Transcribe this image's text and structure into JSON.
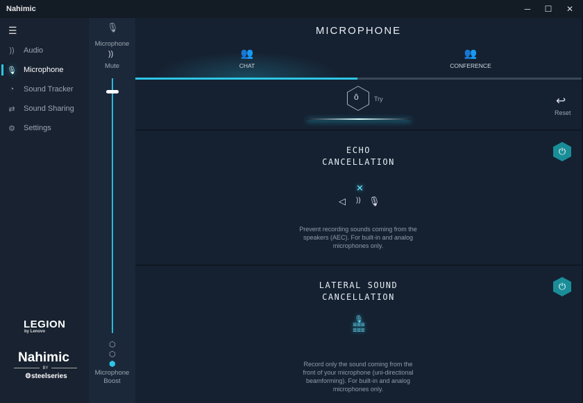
{
  "window": {
    "title": "Nahimic",
    "minimize": "─",
    "maximize": "☐",
    "close": "✕"
  },
  "sidebar": {
    "items": [
      {
        "label": "Audio",
        "icon": "audio-icon",
        "glyph": "))"
      },
      {
        "label": "Microphone",
        "icon": "microphone-icon",
        "glyph": "🎙"
      },
      {
        "label": "Sound Tracker",
        "icon": "sound-tracker-icon",
        "glyph": "◔"
      },
      {
        "label": "Sound Sharing",
        "icon": "sound-sharing-icon",
        "glyph": "⇄"
      },
      {
        "label": "Settings",
        "icon": "settings-icon",
        "glyph": "⚙"
      }
    ],
    "legion": "LEGION",
    "lenovo": "by Lenovo",
    "nahimic": "Nahimic",
    "by": "BY",
    "steelseries": "⚙steelseries"
  },
  "strip": {
    "microphone": "Microphone",
    "mute": "Mute",
    "boost_label": "Microphone Boost",
    "boost_level": 3,
    "volume_percent": 95
  },
  "main": {
    "title": "MICROPHONE",
    "tabs": [
      {
        "label": "CHAT",
        "active": true
      },
      {
        "label": "CONFERENCE",
        "active": false
      }
    ],
    "try": "Try",
    "reset": "Reset",
    "echo": {
      "title1": "ECHO",
      "title2": "CANCELLATION",
      "desc": "Prevent recording sounds coming from the speakers (AEC). For built-in and analog microphones only.",
      "enabled": true
    },
    "lateral": {
      "title1": "LATERAL SOUND",
      "title2": "CANCELLATION",
      "desc": "Record only the sound coming from the front of your microphone (uni-directional beamforming). For built-in and analog microphones only.",
      "enabled": true
    }
  },
  "colors": {
    "accent": "#2ec6e6",
    "power": "#1a8e98"
  }
}
